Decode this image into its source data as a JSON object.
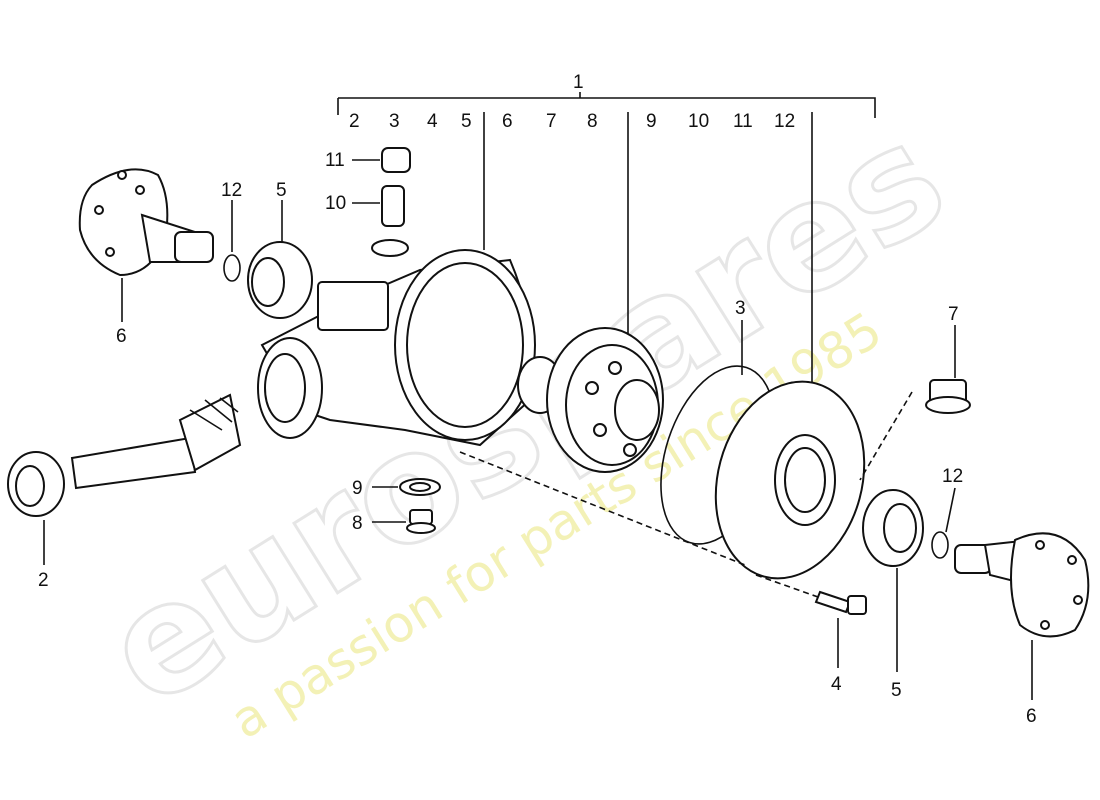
{
  "watermark": {
    "logo": "eurospares",
    "tagline": "a passion for parts since 1985"
  },
  "callouts": {
    "group_1": "1",
    "range": [
      "2",
      "3",
      "4",
      "5",
      "6",
      "7",
      "8",
      "9",
      "10",
      "11",
      "12"
    ],
    "stack": [
      "11",
      "10"
    ],
    "left_flange": "6",
    "left_ring": "12",
    "left_seal": "5",
    "pinion": "2",
    "washer": "9",
    "plug": "8",
    "oring": "3",
    "drain_plug": "7",
    "right_ring": "12",
    "bolt": "4",
    "right_seal": "5",
    "right_flange": "6"
  }
}
